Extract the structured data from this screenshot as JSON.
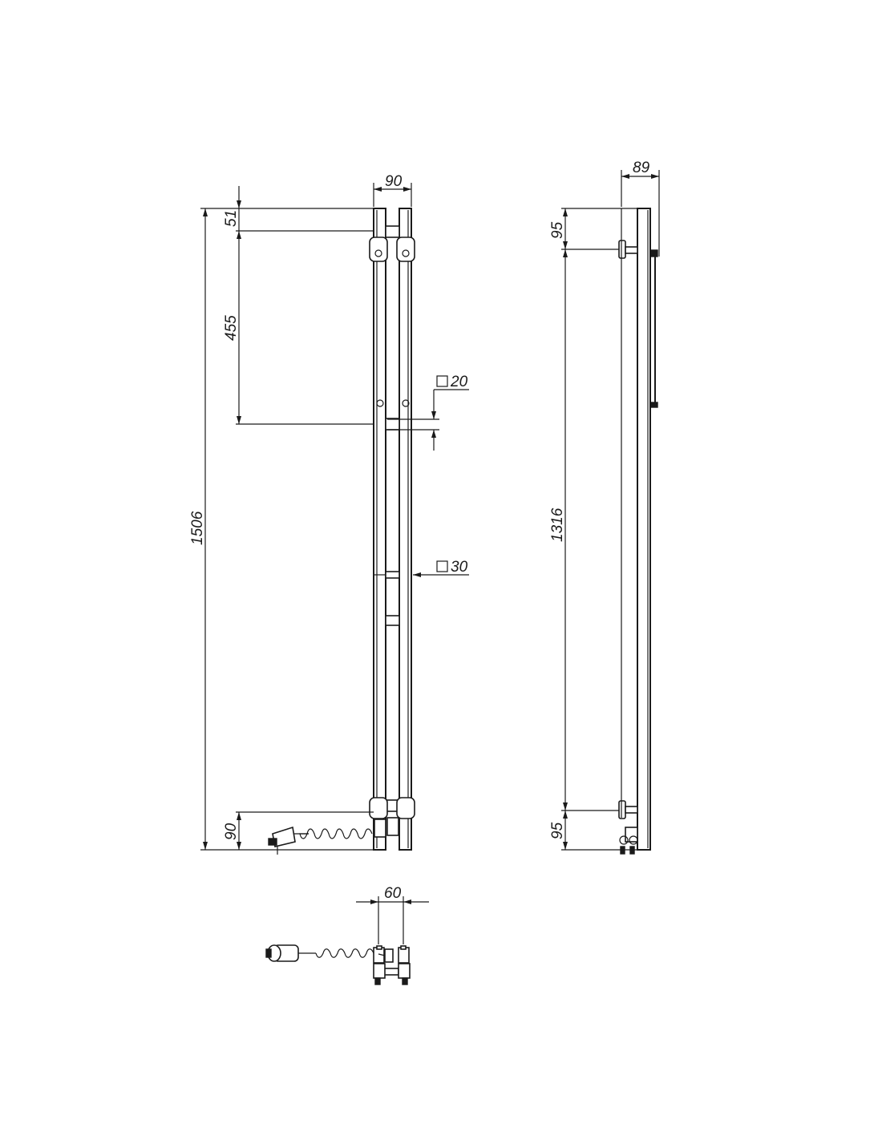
{
  "front_view": {
    "dims": {
      "width_top": "90",
      "top_offset": "51",
      "mount_spacing": "455",
      "total_height": "1506",
      "bottom_offset": "90",
      "profile_small": "20",
      "profile_large": "30"
    }
  },
  "side_view": {
    "dims": {
      "depth": "89",
      "top_offset": "95",
      "mount_spacing": "1316",
      "bottom_offset": "95"
    }
  },
  "bottom_view": {
    "dims": {
      "pipe_spacing": "60"
    }
  },
  "symbols": {
    "square": "□"
  }
}
